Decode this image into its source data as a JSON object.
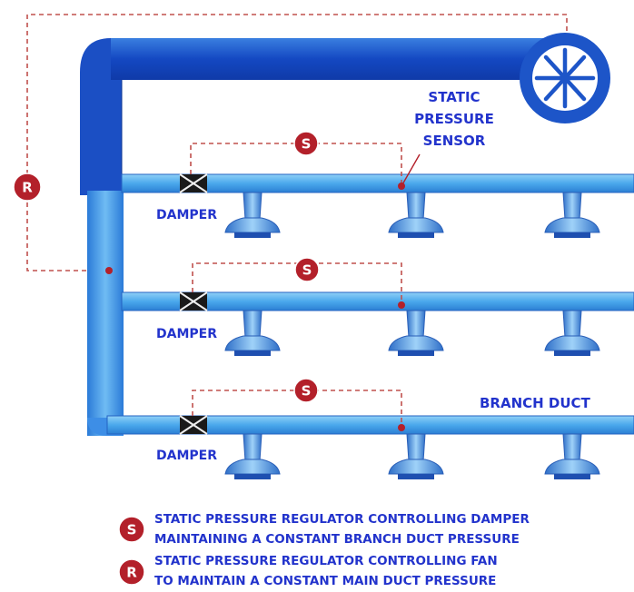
{
  "labels": {
    "sensor": [
      "STATIC",
      "PRESSURE",
      "SENSOR"
    ],
    "damper": "DAMPER",
    "branch_duct": "BRANCH DUCT"
  },
  "badges": {
    "damper_regulator": "S",
    "fan_regulator": "R"
  },
  "legend": {
    "s_line1": "STATIC PRESSURE REGULATOR CONTROLLING DAMPER",
    "s_line2": "MAINTAINING A CONSTANT BRANCH DUCT PRESSURE",
    "r_line1": "STATIC PRESSURE REGULATOR CONTROLLING FAN",
    "r_line2": "TO MAINTAIN A CONSTANT MAIN DUCT PRESSURE"
  },
  "colors": {
    "main_duct": "#1f5fd6",
    "branch_duct": "#5fb4ee",
    "badge": "#b3202a",
    "control_line": "#c0504d",
    "label": "#2233cc"
  },
  "icons": [
    "fan-icon",
    "damper-icon",
    "diffuser-icon",
    "sensor-point-icon"
  ]
}
